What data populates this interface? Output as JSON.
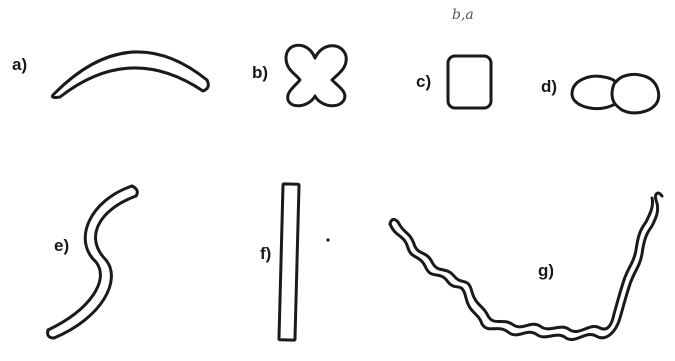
{
  "labels": {
    "a": "a)",
    "b": "b)",
    "c": "c)",
    "d": "d)",
    "e": "e)",
    "f": "f)",
    "g": "g)"
  },
  "handwritten_note": "b,a",
  "colors": {
    "ink": "#1a1a1a",
    "background": "#ffffff"
  }
}
